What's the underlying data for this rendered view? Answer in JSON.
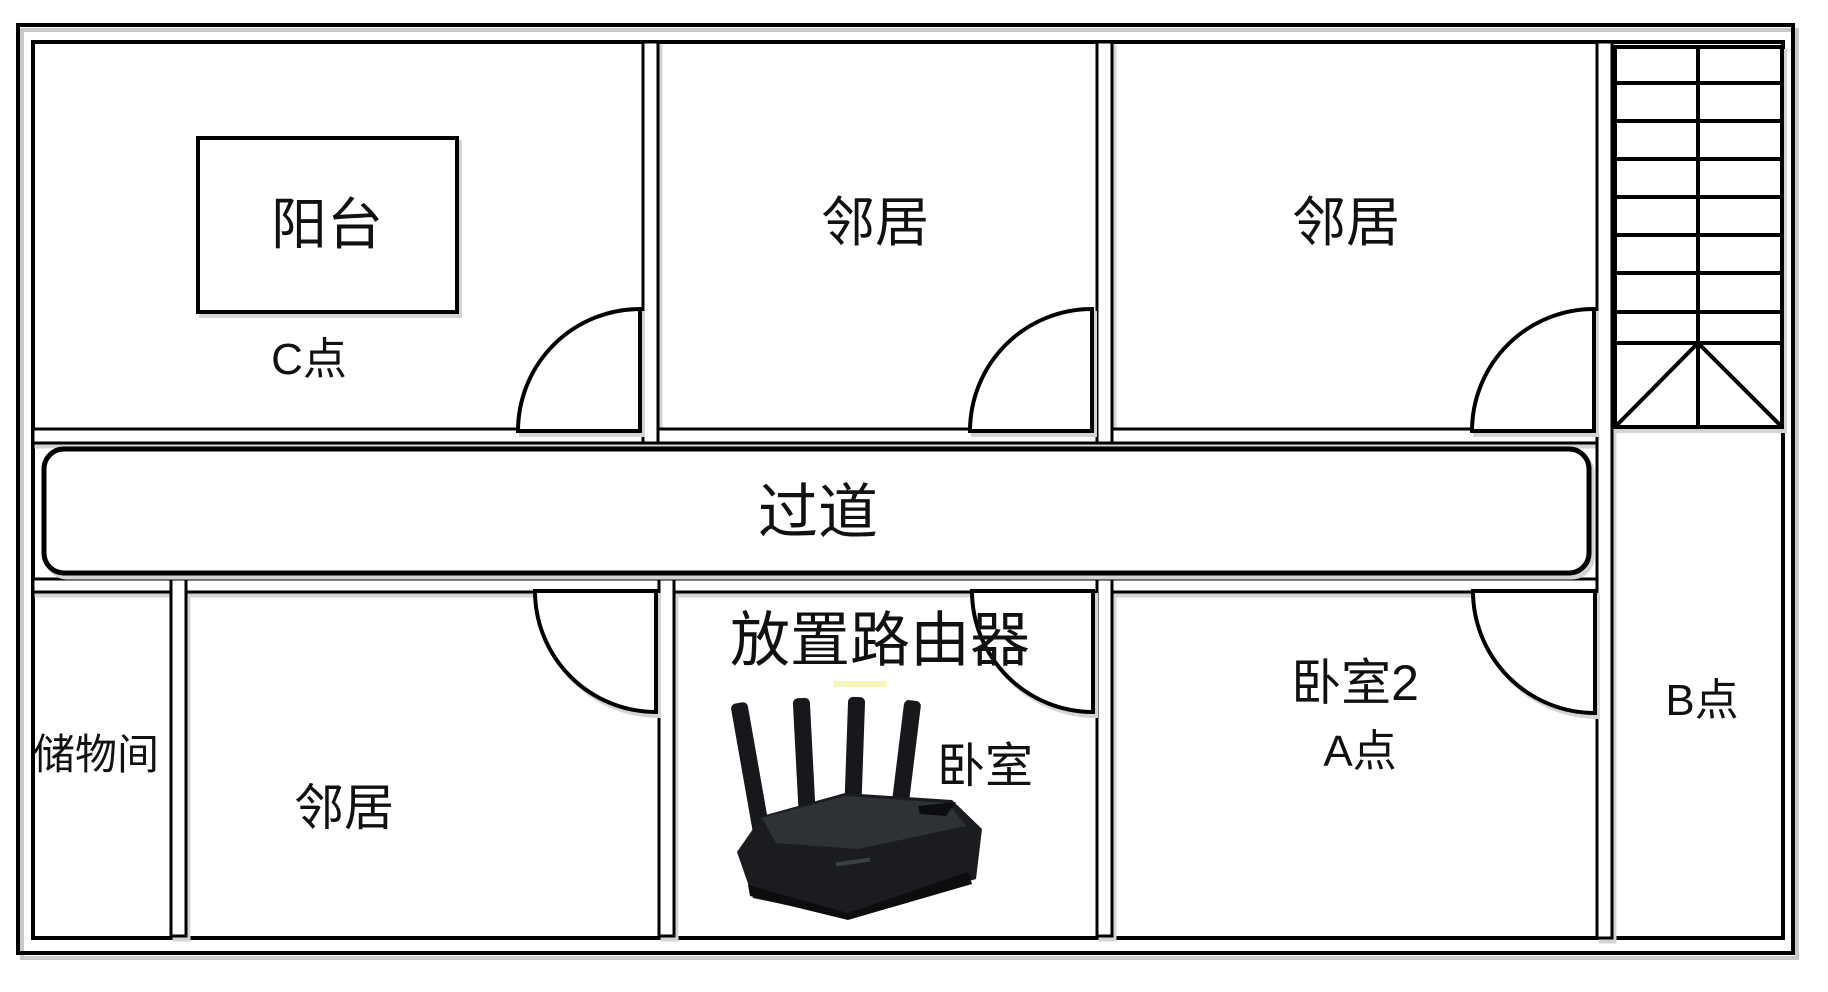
{
  "floorplan": {
    "balcony": {
      "label": "阳台",
      "point_label": "C点"
    },
    "neighbor_top_mid": {
      "label": "邻居"
    },
    "neighbor_top_right": {
      "label": "邻居"
    },
    "corridor": {
      "label": "过道"
    },
    "storage": {
      "label": "储物间"
    },
    "neighbor_bottom": {
      "label": "邻居"
    },
    "router_room": {
      "caption": "放置路由器",
      "label": "卧室"
    },
    "bedroom2": {
      "label": "卧室2",
      "point_label": "A点"
    },
    "stair_hall": {
      "point_label": "B点"
    },
    "icons": {
      "router": "router-photo",
      "stairs": "stairs-symbol",
      "doors": "door-swing-arc"
    },
    "colors": {
      "wall": "#000000",
      "shadow": "#c8c8c8",
      "router_body": "#1a1c1f",
      "router_top": "#2e3136",
      "router_dark": "#0c0d0e",
      "highlight": "#f6f6bc"
    }
  }
}
